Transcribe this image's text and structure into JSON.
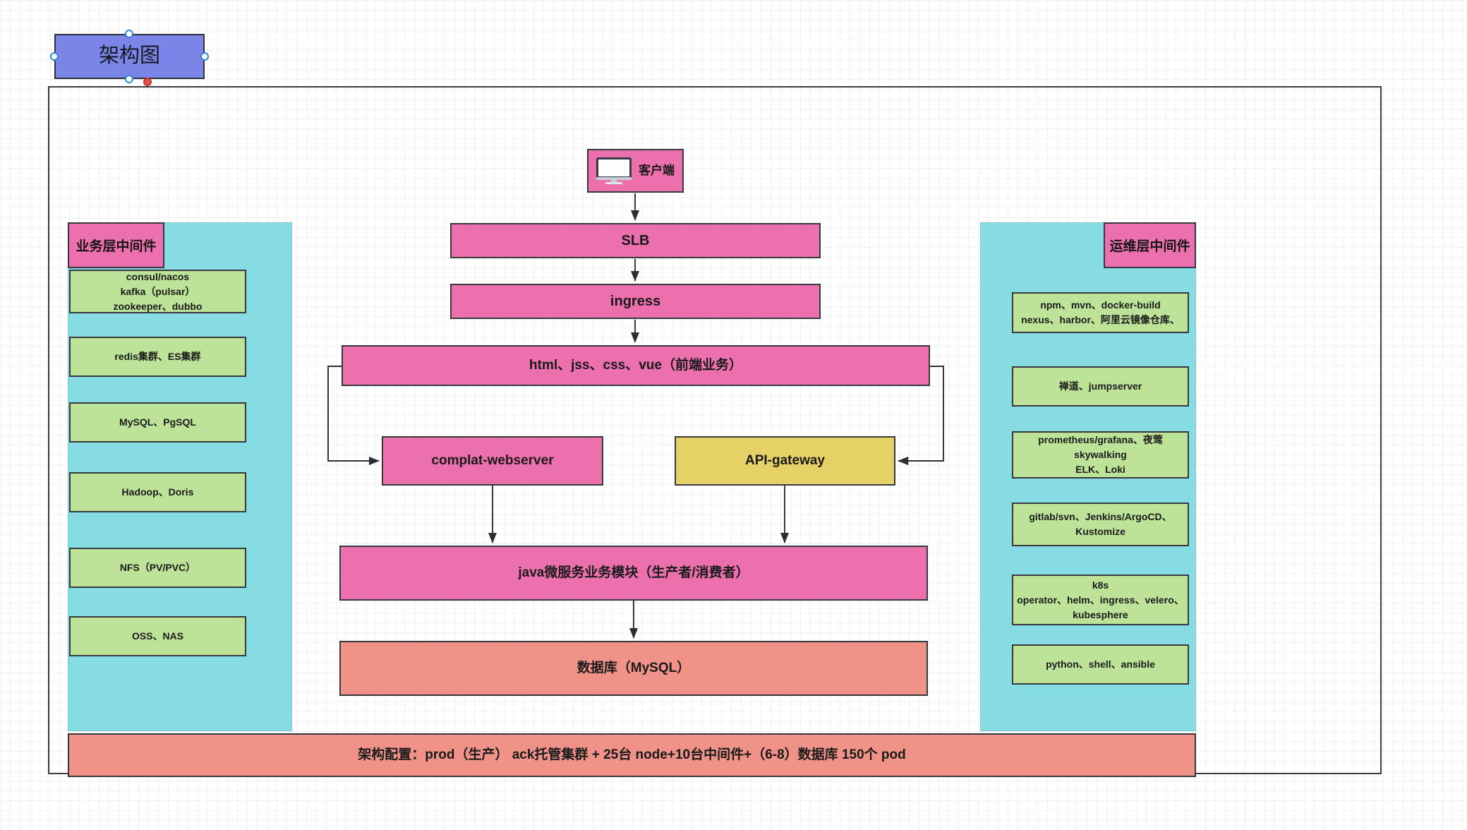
{
  "title": {
    "text": "架构图",
    "selected": true
  },
  "client": {
    "label": "客户端",
    "icon": "monitor-icon"
  },
  "flow": {
    "slb": "SLB",
    "ingress": "ingress",
    "frontend": "html、jss、css、vue（前端业务）",
    "webserver": "complat-webserver",
    "api_gateway": "API-gateway",
    "microservice": "java微服务业务模块（生产者/消费者）",
    "database": "数据库（MySQL）"
  },
  "left_panel": {
    "label": "业务层中间件",
    "items": [
      "consul/nacos\nkafka（pulsar）\nzookeeper、dubbo",
      "redis集群、ES集群",
      "MySQL、PgSQL",
      "Hadoop、Doris",
      "NFS（PV/PVC）",
      "OSS、NAS"
    ]
  },
  "right_panel": {
    "label": "运维层中间件",
    "items": [
      "npm、mvn、docker-build\nnexus、harbor、阿里云镜像仓库、",
      "禅道、jumpserver",
      "prometheus/grafana、夜莺\nskywalking\nELK、Loki",
      "gitlab/svn、Jenkins/ArgoCD、\nKustomize",
      "k8s\noperator、helm、ingress、velero、\nkubesphere",
      "python、shell、ansible"
    ]
  },
  "footer": {
    "text": "架构配置：prod（生产）  ack托管集群 +  25台 node+10台中间件+（6-8）数据库  150个 pod"
  },
  "colors": {
    "title_fill": "#7b85e8",
    "pink": "#ec6fae",
    "yellow": "#e5d166",
    "salmon": "#f09287",
    "cyan_panel": "#87dce4",
    "green_card": "#bce398",
    "stroke": "#36393d"
  }
}
